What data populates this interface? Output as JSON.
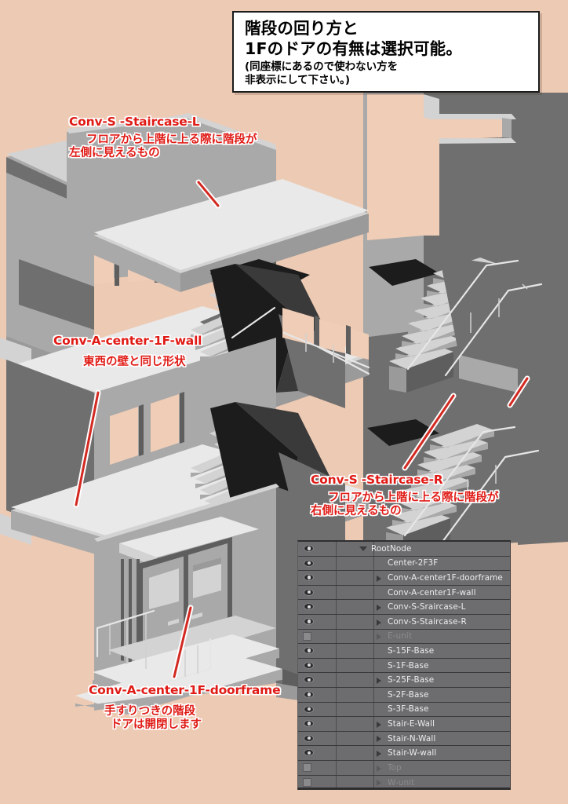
{
  "page": {
    "background_color": "#edcab3",
    "model_grey": "#a8a8a8"
  },
  "note_box": {
    "name": "instruction-note",
    "line1": "階段の回り方と",
    "line2": "1Fのドアの有無は選択可能。",
    "line3": "(同座標にあるので使わない方を",
    "line4": "非表示にして下さい。)"
  },
  "annotations": [
    {
      "id": "staircase-l",
      "title": "Conv-S -Staircase-L",
      "sub1": "フロアから上階に上る際に階段が",
      "sub2": "左側に見えるもの",
      "color": "#e01b16"
    },
    {
      "id": "center-1f-wall",
      "title": "Conv-A-center-1F-wall",
      "sub1": "東西の壁と同じ形状",
      "sub2": "",
      "color": "#e01b16"
    },
    {
      "id": "staircase-r",
      "title": "Conv-S -Staircase-R",
      "sub1": "フロアから上階に上る際に階段が",
      "sub2": "右側に見えるもの",
      "color": "#e01b16"
    },
    {
      "id": "center-1f-doorframe",
      "title": "Conv-A-center-1F-doorframe",
      "sub1": "手すりつきの階段",
      "sub2": "ドアは開閉します",
      "color": "#e01b16"
    }
  ],
  "outliner": {
    "name": "scene-outliner",
    "rows": [
      {
        "label": "RootNode",
        "indent": 0,
        "visible": true,
        "expander": "down",
        "enabled": true
      },
      {
        "label": "Center-2F3F",
        "indent": 1,
        "visible": true,
        "expander": "none",
        "enabled": true
      },
      {
        "label": "Conv-A-center1F-doorframe",
        "indent": 1,
        "visible": true,
        "expander": "right",
        "enabled": true
      },
      {
        "label": "Conv-A-center1F-wall",
        "indent": 1,
        "visible": true,
        "expander": "none",
        "enabled": true
      },
      {
        "label": "Conv-S-Sraircase-L",
        "indent": 1,
        "visible": true,
        "expander": "right",
        "enabled": true
      },
      {
        "label": "Conv-S-Staircase-R",
        "indent": 1,
        "visible": true,
        "expander": "right",
        "enabled": true
      },
      {
        "label": "E-unit",
        "indent": 1,
        "visible": false,
        "expander": "right",
        "enabled": false
      },
      {
        "label": "S-15F-Base",
        "indent": 1,
        "visible": true,
        "expander": "none",
        "enabled": true
      },
      {
        "label": "S-1F-Base",
        "indent": 1,
        "visible": true,
        "expander": "none",
        "enabled": true
      },
      {
        "label": "S-25F-Base",
        "indent": 1,
        "visible": true,
        "expander": "right",
        "enabled": true
      },
      {
        "label": "S-2F-Base",
        "indent": 1,
        "visible": true,
        "expander": "none",
        "enabled": true
      },
      {
        "label": "S-3F-Base",
        "indent": 1,
        "visible": true,
        "expander": "none",
        "enabled": true
      },
      {
        "label": "Stair-E-Wall",
        "indent": 1,
        "visible": true,
        "expander": "right",
        "enabled": true
      },
      {
        "label": "Stair-N-Wall",
        "indent": 1,
        "visible": true,
        "expander": "right",
        "enabled": true
      },
      {
        "label": "Stair-W-wall",
        "indent": 1,
        "visible": true,
        "expander": "right",
        "enabled": true
      },
      {
        "label": "Top",
        "indent": 1,
        "visible": false,
        "expander": "right",
        "enabled": false
      },
      {
        "label": "W-unit",
        "indent": 1,
        "visible": false,
        "expander": "right",
        "enabled": false
      }
    ]
  }
}
